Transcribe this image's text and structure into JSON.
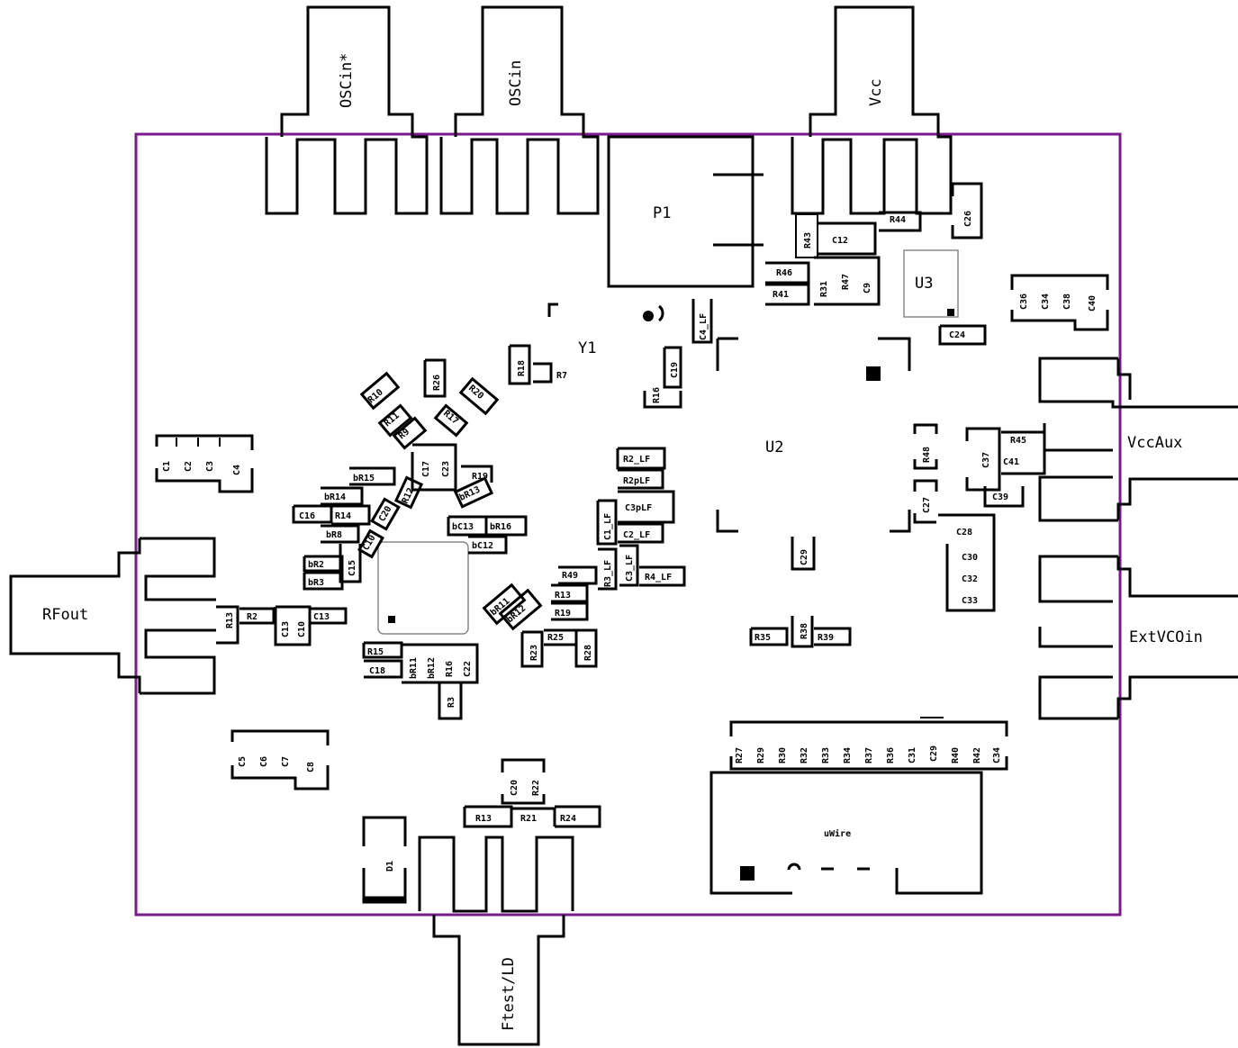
{
  "colors": {
    "board_edge": "#7a1a8c",
    "silkscreen": "#000000",
    "background": "#ffffff"
  },
  "connectors": {
    "osc_in_star": "OSCin*",
    "osc_in": "OSCin",
    "vcc": "Vcc",
    "vcc_aux": "VccAux",
    "ext_vco_in": "ExtVCOin",
    "rf_out": "RFout",
    "ftest_ld": "Ftest/LD"
  },
  "ics": {
    "p1": "P1",
    "u2": "U2",
    "u3": "U3",
    "y1": "Y1",
    "uwire": "uWire",
    "d1": "D1"
  },
  "components": {
    "c1": "C1",
    "c2": "C2",
    "c3": "C3",
    "c4": "C4",
    "c5": "C5",
    "c6": "C6",
    "c7": "C7",
    "c8": "C8",
    "c9": "C9",
    "c10": "C10",
    "c12": "C12",
    "c13": "C13",
    "c15": "C15",
    "c16": "C16",
    "c17": "C17",
    "c18": "C18",
    "c19": "C19",
    "c20": "C20",
    "c22": "C22",
    "c23": "C23",
    "c24": "C24",
    "c26": "C26",
    "c27": "C27",
    "c28": "C28",
    "c29": "C29",
    "c30": "C30",
    "c31": "C31",
    "c32": "C32",
    "c33": "C33",
    "c34": "C34",
    "c36": "C36",
    "c37": "C37",
    "c38": "C38",
    "c39": "C39",
    "c40": "C40",
    "c41": "C41",
    "r2": "R2",
    "r3": "R3",
    "r7": "R7",
    "r9": "R9",
    "r10": "R10",
    "r11": "R11",
    "r12": "R12",
    "r13": "R13",
    "r14": "R14",
    "r15": "R15",
    "r16": "R16",
    "r17": "R17",
    "r18": "R18",
    "r19": "R19",
    "r20": "R20",
    "r21": "R21",
    "r22": "R22",
    "r23": "R23",
    "r24": "R24",
    "r25": "R25",
    "r26": "R26",
    "r27": "R27",
    "r28": "R28",
    "r29": "R29",
    "r30": "R30",
    "r31": "R31",
    "r32": "R32",
    "r33": "R33",
    "r34": "R34",
    "r35": "R35",
    "r36": "R36",
    "r37": "R37",
    "r38": "R38",
    "r39": "R39",
    "r40": "R40",
    "r41": "R41",
    "r42": "R42",
    "r43": "R43",
    "r44": "R44",
    "r45": "R45",
    "r46": "R46",
    "r47": "R47",
    "r48": "R48",
    "r49": "R49",
    "r11b": "R11",
    "r15b": "R15",
    "r16b": "R16",
    "br15": "bR15",
    "br14": "bR14",
    "br8": "bR8",
    "br2": "bR2",
    "br3": "bR3",
    "bc13": "bC13",
    "br16": "bR16",
    "bc12": "bC12",
    "br11": "bR11",
    "br12": "bR12",
    "br13": "bR13",
    "c1_lf": "C1_LF",
    "c2_lf": "C2_LF",
    "c3_lf": "C3_LF",
    "c4_lf": "C4_LF",
    "c3p_lf": "C3pLF",
    "r2_lf": "R2_LF",
    "r2p_lf": "R2pLF",
    "r3_lf": "R3_LF",
    "r4_lf": "R4_LF",
    "r49b": "R49",
    "r41b": "R41"
  }
}
